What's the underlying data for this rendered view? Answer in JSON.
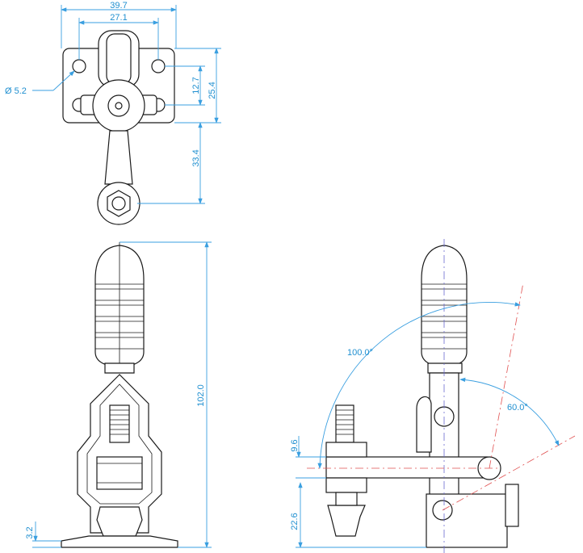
{
  "colors": {
    "dimension": "#1f8fd0",
    "outline": "#1a1a1a",
    "centerline": "#e05050"
  },
  "dimensions": {
    "width_overall": "39.7",
    "hole_spacing": "27.1",
    "hole_diameter": "Ø 5.2",
    "hole_pitch_small": "12.7",
    "base_length": "25.4",
    "arm_reach": "33.4",
    "overall_height": "102.0",
    "base_thickness": "3.2",
    "bar_height": "9.6",
    "spindle_height": "22.6",
    "handle_angle": "100.0°",
    "bar_angle": "60.0°"
  }
}
